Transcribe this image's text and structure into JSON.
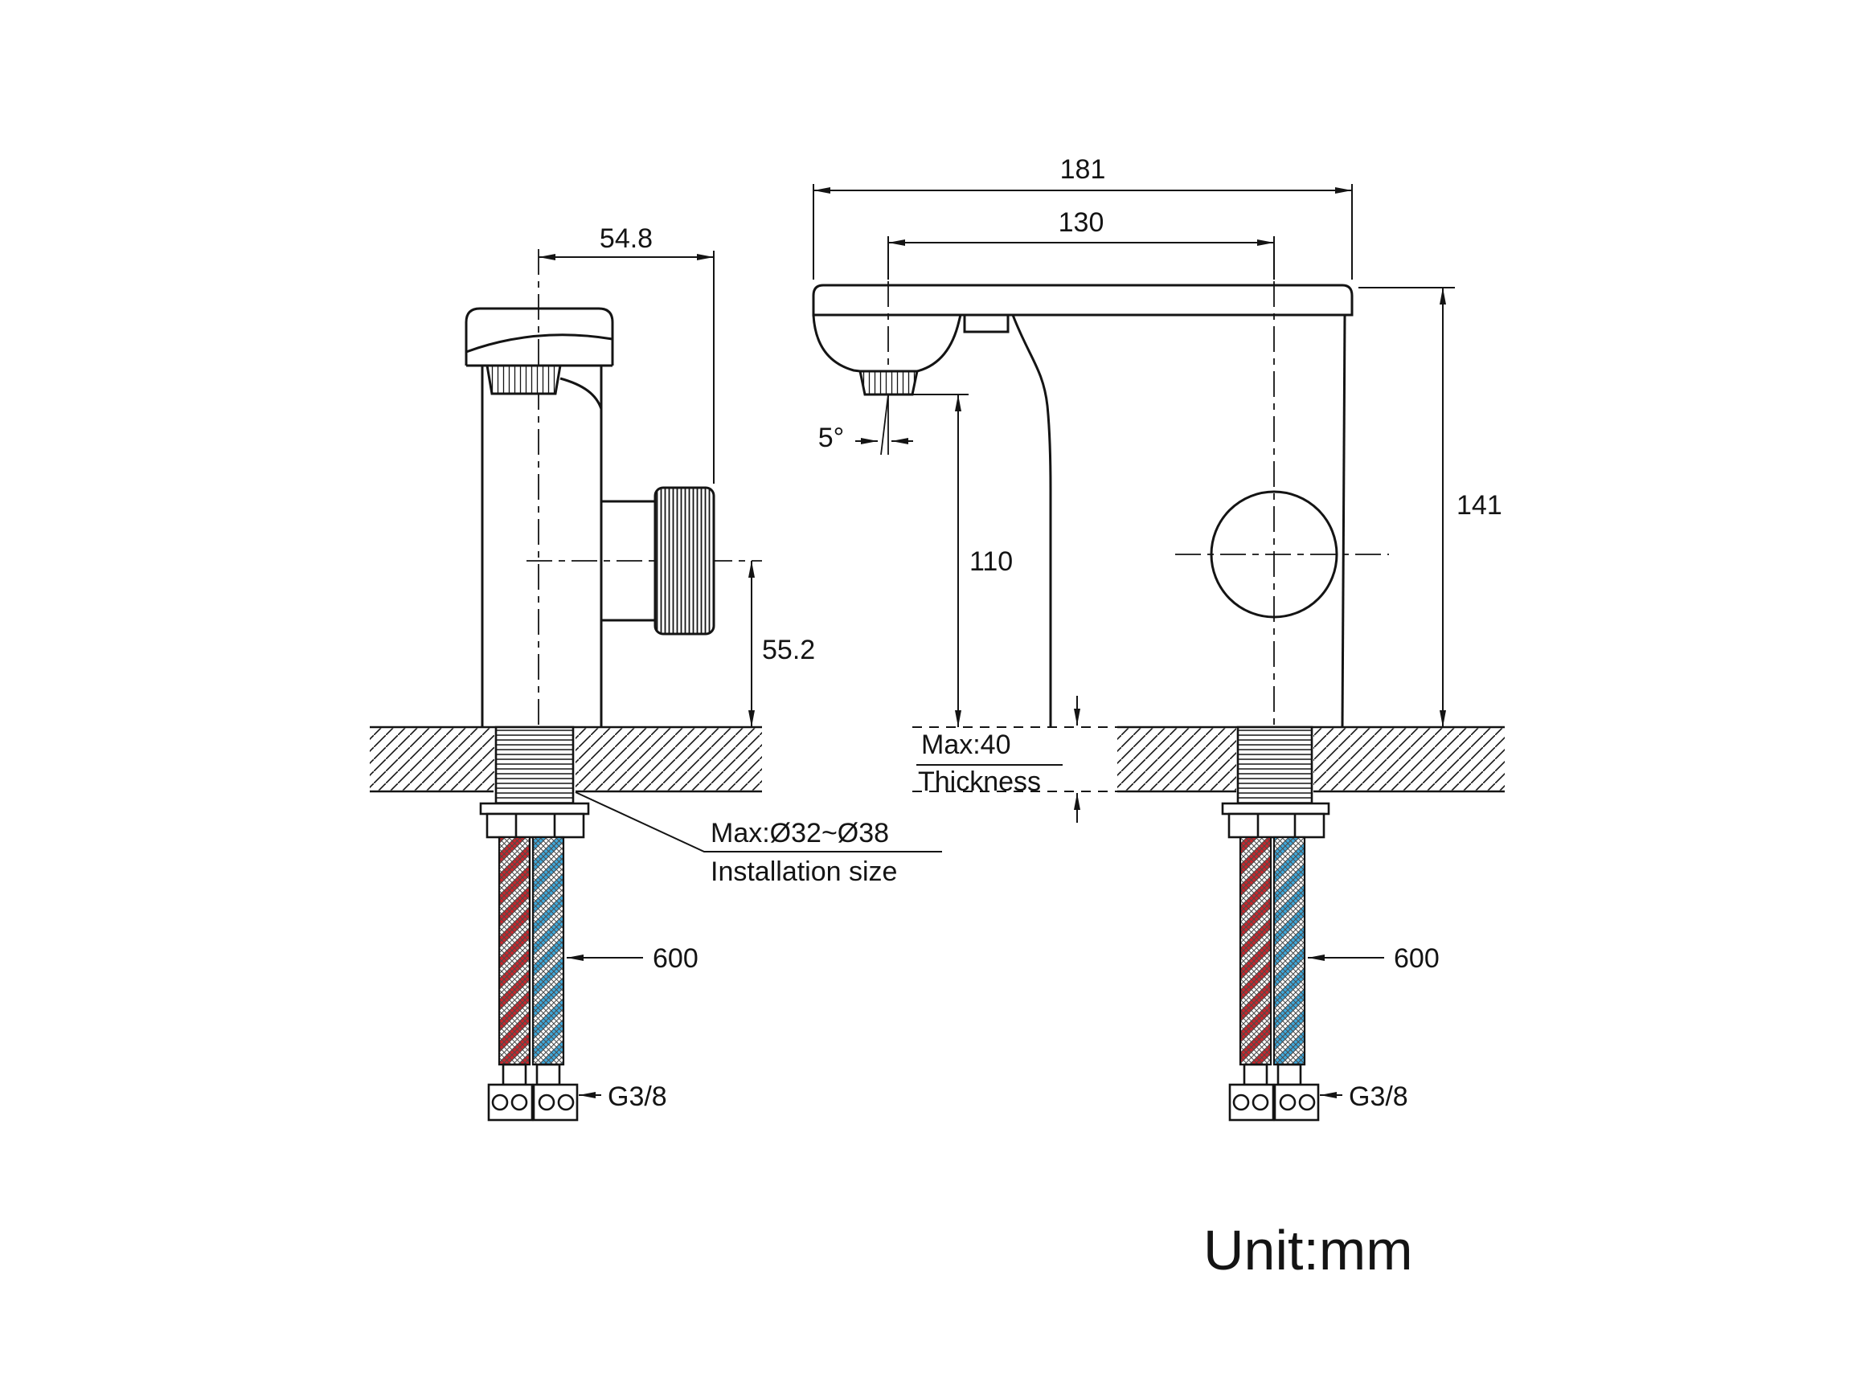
{
  "side_view": {
    "dim_center_to_handle": "54.8",
    "dim_center_to_deck": "55.2",
    "installation_size_value": "Max:Ø32~Ø38",
    "installation_size_label": "Installation size",
    "hose_length": "600",
    "connector_thread": "G3/8"
  },
  "front_view": {
    "dim_total_width": "181",
    "dim_spout_to_valve": "130",
    "dim_total_height": "141",
    "dim_spout_height": "110",
    "spray_angle": "5°",
    "thickness_value": "Max:40",
    "thickness_label": "Thickness",
    "hose_length": "600",
    "connector_thread": "G3/8"
  },
  "footer": {
    "unit_label": "Unit:mm"
  },
  "colors": {
    "hot_hose_stripe": "#c8262c",
    "cold_hose_stripe": "#3fa9dc",
    "line": "#141414"
  }
}
